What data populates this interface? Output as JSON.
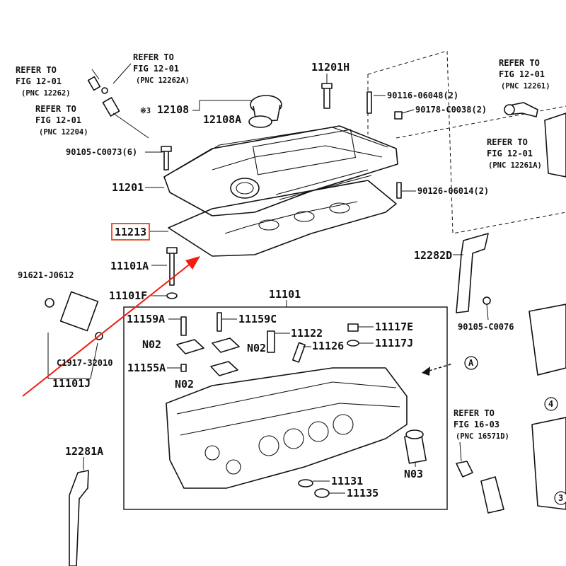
{
  "labels": {
    "refer_fig_12_01_pnc_12262_l1": "REFER TO",
    "refer_fig_12_01_pnc_12262_l2": "FIG 12-01",
    "refer_fig_12_01_pnc_12262_l3": "(PNC 12262)",
    "refer_fig_12_01_pnc_12262a_l1": "REFER TO",
    "refer_fig_12_01_pnc_12262a_l2": "FIG 12-01",
    "refer_fig_12_01_pnc_12262a_l3": "(PNC 12262A)",
    "refer_fig_12_01_pnc_12204_l1": "REFER TO",
    "refer_fig_12_01_pnc_12204_l2": "FIG 12-01",
    "refer_fig_12_01_pnc_12204_l3": "(PNC 12204)",
    "refer_fig_12_01_pnc_12261_l1": "REFER TO",
    "refer_fig_12_01_pnc_12261_l2": "FIG 12-01",
    "refer_fig_12_01_pnc_12261_l3": "(PNC 12261)",
    "refer_fig_12_01_pnc_12261a_l1": "REFER TO",
    "refer_fig_12_01_pnc_12261a_l2": "FIG 12-01",
    "refer_fig_12_01_pnc_12261a_l3": "(PNC 12261A)",
    "refer_fig_16_03_l1": "REFER TO",
    "refer_fig_16_03_l2": "FIG 16-03",
    "refer_fig_16_03_l3": "(PNC 16571D)",
    "p11201H": "11201H",
    "p90116": "90116-06048(2)",
    "p90178": "90178-C0038(2)",
    "p12108_mark": "※3",
    "p12108": "12108",
    "p12108A": "12108A",
    "p90105_c0073": "90105-C0073(6)",
    "p11201": "11201",
    "p90126": "90126-06014(2)",
    "p11213": "11213",
    "p11101A": "11101A",
    "p91621": "91621-J0612",
    "p11101F": "11101F",
    "p11101": "11101",
    "p12282D": "12282D",
    "p90105_c0076": "90105-C0076",
    "p11159A": "11159A",
    "p11159C": "11159C",
    "p11122": "11122",
    "p11117E": "11117E",
    "pN02_a": "N02",
    "pN02_b": "N02",
    "pN02_c": "N02",
    "p11126": "11126",
    "p11117J": "11117J",
    "p11155A": "11155A",
    "p91917": "C1917-32010",
    "p11101J": "11101J",
    "circleA": "A",
    "p12281A": "12281A",
    "pN03": "N03",
    "p11131": "11131",
    "p11135": "11135",
    "circle4": "4",
    "circle3": "3"
  },
  "highlight": {
    "part": "11213",
    "box_color": "#e8431c",
    "arrow_color": "#f01d10"
  }
}
